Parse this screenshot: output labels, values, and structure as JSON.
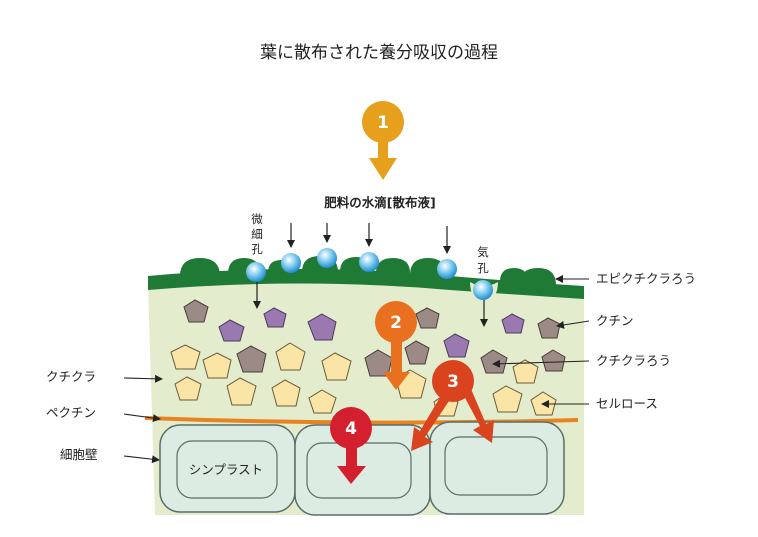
{
  "title": "葉に散布された養分吸収の過程",
  "fertilizer_label": "肥料の水滴[散布液]",
  "pore_labels": {
    "micropore": [
      "微",
      "細",
      "孔"
    ],
    "stomata": [
      "気",
      "孔"
    ]
  },
  "right_labels": {
    "epicuticular_wax": "エピクチクラろう",
    "cutin": "クチン",
    "cuticular_wax": "クチクラろう",
    "cellulose": "セルロース"
  },
  "left_labels": {
    "cuticle": "クチクラ",
    "pectin": "ペクチン",
    "cell_wall": "細胞壁"
  },
  "cell_label": "シンプラスト",
  "steps": [
    "1",
    "2",
    "3",
    "4"
  ],
  "colors": {
    "cuticle_fill": "#e3edce",
    "wax_green": "#1f7a36",
    "pectin_orange": "#e7841f",
    "cell_fill": "#dcece3",
    "cell_stroke": "#5a6e66",
    "step1": "#e6a01c",
    "step2": "#e8701e",
    "step3": "#d9441e",
    "step4": "#d4202e",
    "cellulose_fill": "#fae4a6",
    "cutin_purple": "#9a79b0",
    "wax_gray": "#9c8a86",
    "droplet": "#3aa8e0"
  }
}
